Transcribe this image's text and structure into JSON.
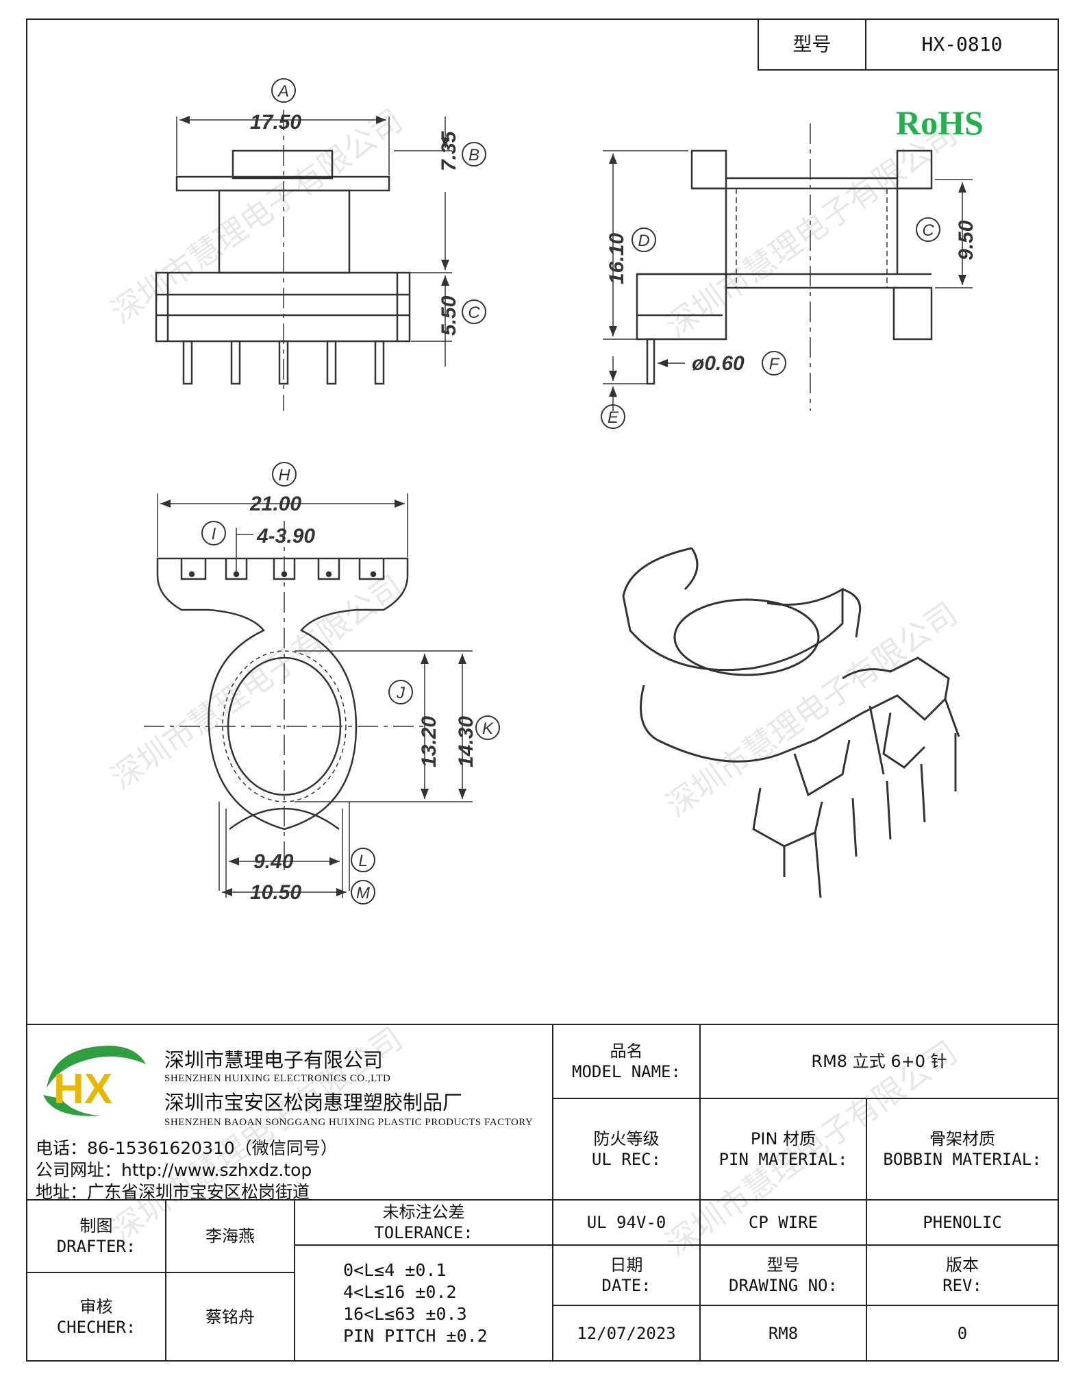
{
  "header": {
    "model_label": "型号",
    "model_value": "HX-0810"
  },
  "rohs": "RoHS",
  "drawing": {
    "dims": {
      "A": "17.50",
      "B": "7.35",
      "C_top": "5.50",
      "D": "16.10",
      "C_side": "9.50",
      "F": "ø0.60",
      "H": "21.00",
      "I": "4-3.90",
      "J": "13.20",
      "K": "14.30",
      "L": "9.40",
      "M": "10.50"
    },
    "letters": [
      "A",
      "B",
      "C",
      "D",
      "E",
      "F",
      "H",
      "I",
      "J",
      "K",
      "L",
      "M"
    ]
  },
  "company": {
    "name_cn": "深圳市慧理电子有限公司",
    "name_en": "SHENZHEN HUIXING ELECTRONICS CO.,LTD",
    "factory_cn": "深圳市宝安区松岗惠理塑胶制品厂",
    "factory_en": "SHENZHEN BAOAN SONGGANG HUIXING PLASTIC PRODUCTS FACTORY",
    "phone": "电话：86-15361620310（微信同号）",
    "website": "公司网址：http://www.szhxdz.top",
    "address": "地址：广东省深圳市宝安区松岗街道",
    "logo_text": "HX"
  },
  "watermark": "深圳市慧理电子有限公司",
  "title_block": {
    "model_name_cn": "品名",
    "model_name_en": "MODEL NAME:",
    "model_name_value": "RM8 立式 6+0 针",
    "ul_cn": "防火等级",
    "ul_en": "UL REC:",
    "pin_mat_cn": "PIN 材质",
    "pin_mat_en": "PIN MATERIAL:",
    "bobbin_mat_cn": "骨架材质",
    "bobbin_mat_en": "BOBBIN MATERIAL:",
    "ul_value": "UL 94V-0",
    "pin_mat_value": "CP WIRE",
    "bobbin_mat_value": "PHENOLIC",
    "date_cn": "日期",
    "date_en": "DATE:",
    "drawing_no_cn": "型号",
    "drawing_no_en": "DRAWING NO:",
    "rev_cn": "版本",
    "rev_en": "REV:",
    "date_value": "12/07/2023",
    "drawing_no_value": "RM8",
    "rev_value": "0",
    "drafter_cn": "制图",
    "drafter_en": "DRAFTER:",
    "drafter_name": "李海燕",
    "checker_cn": "审核",
    "checker_en": "CHECHER:",
    "checker_name": "蔡铭舟",
    "tolerance_cn": "未标注公差",
    "tolerance_en": "TOLERANCE:",
    "tolerance_lines": [
      "0<L≤4  ±0.1",
      "4<L≤16 ±0.2",
      "16<L≤63 ±0.3",
      "PIN PITCH ±0.2"
    ]
  }
}
